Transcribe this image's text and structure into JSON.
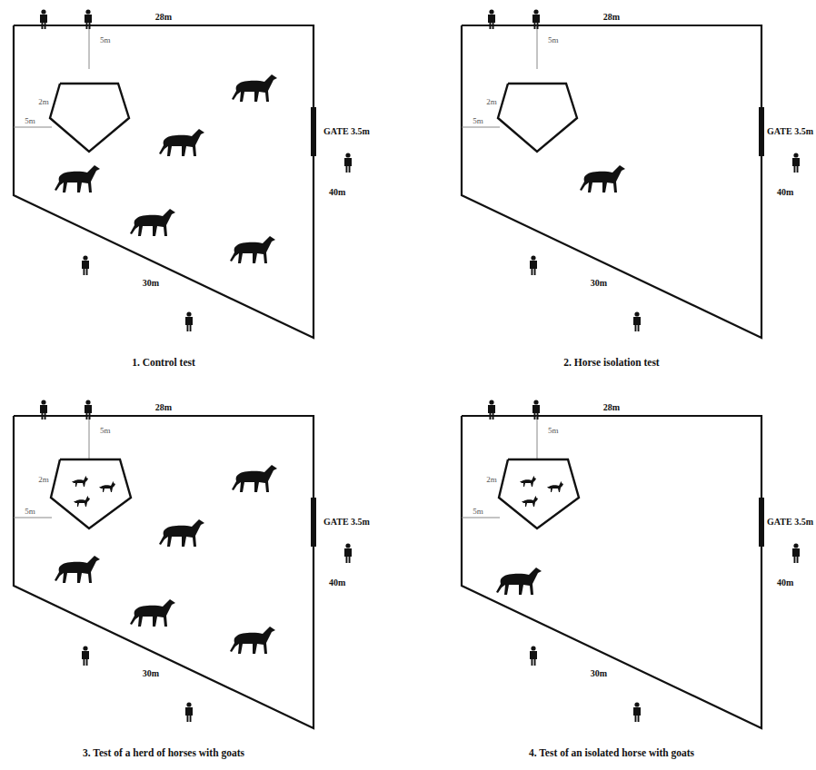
{
  "diagram": {
    "labels": [
      "28m",
      "5m",
      "5m",
      "2m",
      "GATE 3.5m",
      "40m",
      "30m",
      "1. Control test",
      "28m",
      "5m",
      "5m",
      "2m",
      "GATE 3.5m",
      "40m",
      "30m",
      "2. Horse isolation test",
      "28m",
      "5m",
      "5m",
      "2m",
      "GATE 3.5m",
      "40m",
      "30m",
      "3. Test of a herd of horses with goats",
      "28m",
      "5m",
      "5m",
      "2m",
      "GATE 3.5m",
      "40m",
      "30m",
      "4. Test of an isolated horse with goats"
    ]
  }
}
